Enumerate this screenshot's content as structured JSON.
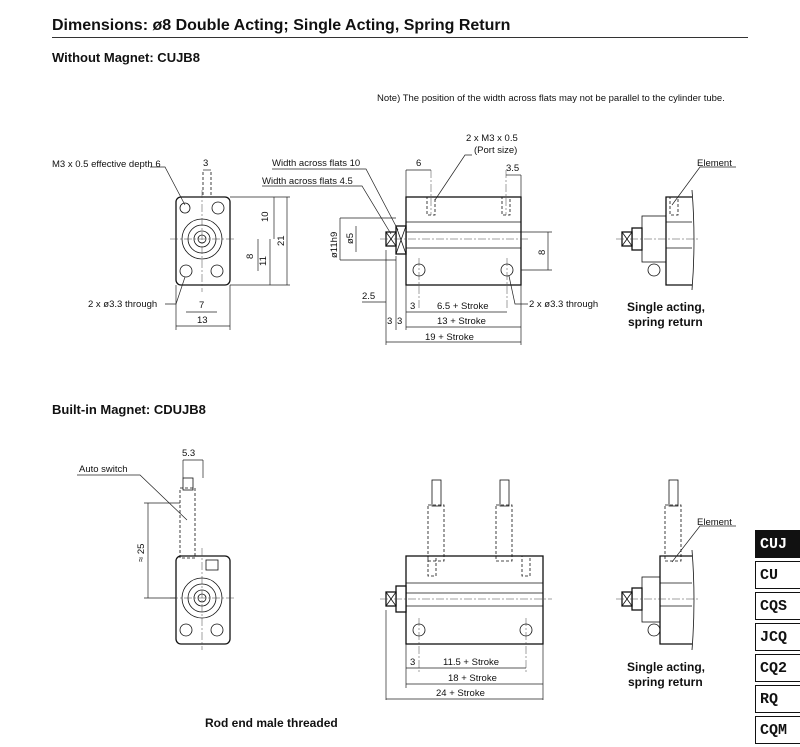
{
  "page": {
    "title": "Dimensions: ø8 Double Acting; Single Acting, Spring Return",
    "note": "Note) The position of the width across flats may not be parallel to the cylinder tube."
  },
  "section_without_magnet": {
    "heading": "Without Magnet: CUJB8",
    "labels": {
      "m3_depth": "M3 x 0.5 effective depth 6",
      "dim_3": "3",
      "dim_10": "10",
      "dim_21": "21",
      "dim_8_side": "8",
      "dim_11": "11",
      "through_holes_left": "2 x ø3.3 through",
      "dim_7": "7",
      "dim_13": "13",
      "width_flats_10": "Width across flats 10",
      "width_flats_45": "Width across flats 4.5",
      "port_size_1": "2 x M3 x 0.5",
      "port_size_2": "(Port size)",
      "dim_6": "6",
      "dim_35": "3.5",
      "dim_11h9": "ø11h9",
      "dim_5": "ø5",
      "dim_8_right": "8",
      "dim_25": "2.5",
      "dim_3_a": "3",
      "dim_65_stroke": "6.5 + Stroke",
      "through_holes_right": "2 x ø3.3 through",
      "dim_3_b": "3",
      "dim_3_c": "3",
      "dim_13_stroke": "13 + Stroke",
      "dim_19_stroke": "19 + Stroke",
      "element": "Element",
      "single_acting_1": "Single acting,",
      "single_acting_2": "spring return"
    }
  },
  "section_builtin_magnet": {
    "heading": "Built-in Magnet: CDUJB8",
    "labels": {
      "dim_53": "5.3",
      "auto_switch": "Auto switch",
      "dim_25": "≈ 25",
      "dim_3": "3",
      "dim_115_stroke": "11.5 + Stroke",
      "dim_18_stroke": "18 + Stroke",
      "dim_24_stroke": "24 + Stroke",
      "element": "Element",
      "single_acting_1": "Single acting,",
      "single_acting_2": "spring return",
      "rod_end": "Rod end male threaded"
    }
  },
  "side_tabs": {
    "items": [
      "CUJ",
      "CU",
      "CQS",
      "JCQ",
      "CQ2",
      "RQ",
      "CQM"
    ],
    "active": "CUJ"
  },
  "colors": {
    "ink": "#111111",
    "tab_active_bg": "#111111",
    "tab_active_text": "#ffffff"
  }
}
